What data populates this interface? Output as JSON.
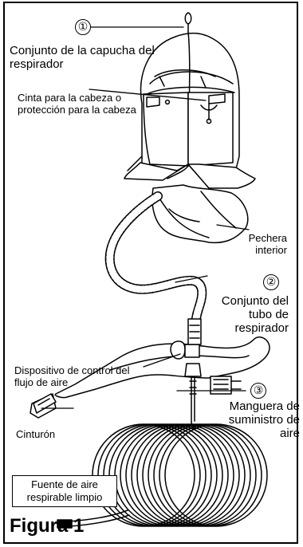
{
  "callouts": {
    "c1": "①",
    "c2": "②",
    "c3": "③"
  },
  "labels": {
    "hood_assembly": "Conjunto de la capucha del respirador",
    "headband": "Cinta para la cabeza o protección para la cabeza",
    "inner_bib": "Pechera interior",
    "tube_assembly": "Conjunto del tubo de respirador",
    "flow_control": "Dispositivo de control del flujo de aire",
    "belt": "Cinturón",
    "supply_hose": "Manguera de suministro de aire",
    "air_source": "Fuente de aire respirable limpio"
  },
  "figure_title": "Figura 1"
}
